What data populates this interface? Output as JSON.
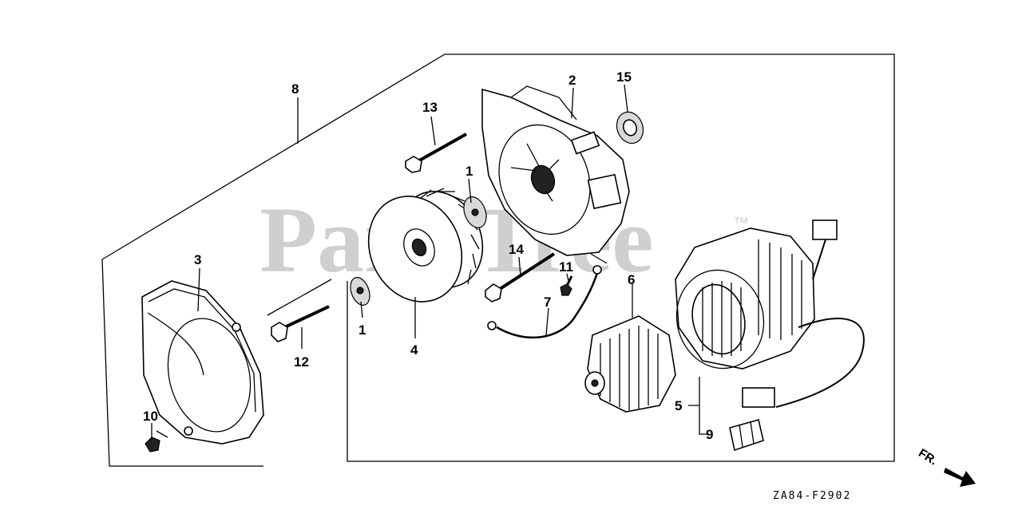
{
  "watermark": {
    "text": "PartsTree",
    "trademark": "™"
  },
  "diagram_code": "ZA84-F2902",
  "direction_label": "FR.",
  "callouts": {
    "c1a": "1",
    "c1b": "1",
    "c2": "2",
    "c3": "3",
    "c4": "4",
    "c5": "5",
    "c6": "6",
    "c7": "7",
    "c8": "8",
    "c9": "9",
    "c10": "10",
    "c11": "11",
    "c12": "12",
    "c13": "13",
    "c14": "14",
    "c15": "15"
  }
}
